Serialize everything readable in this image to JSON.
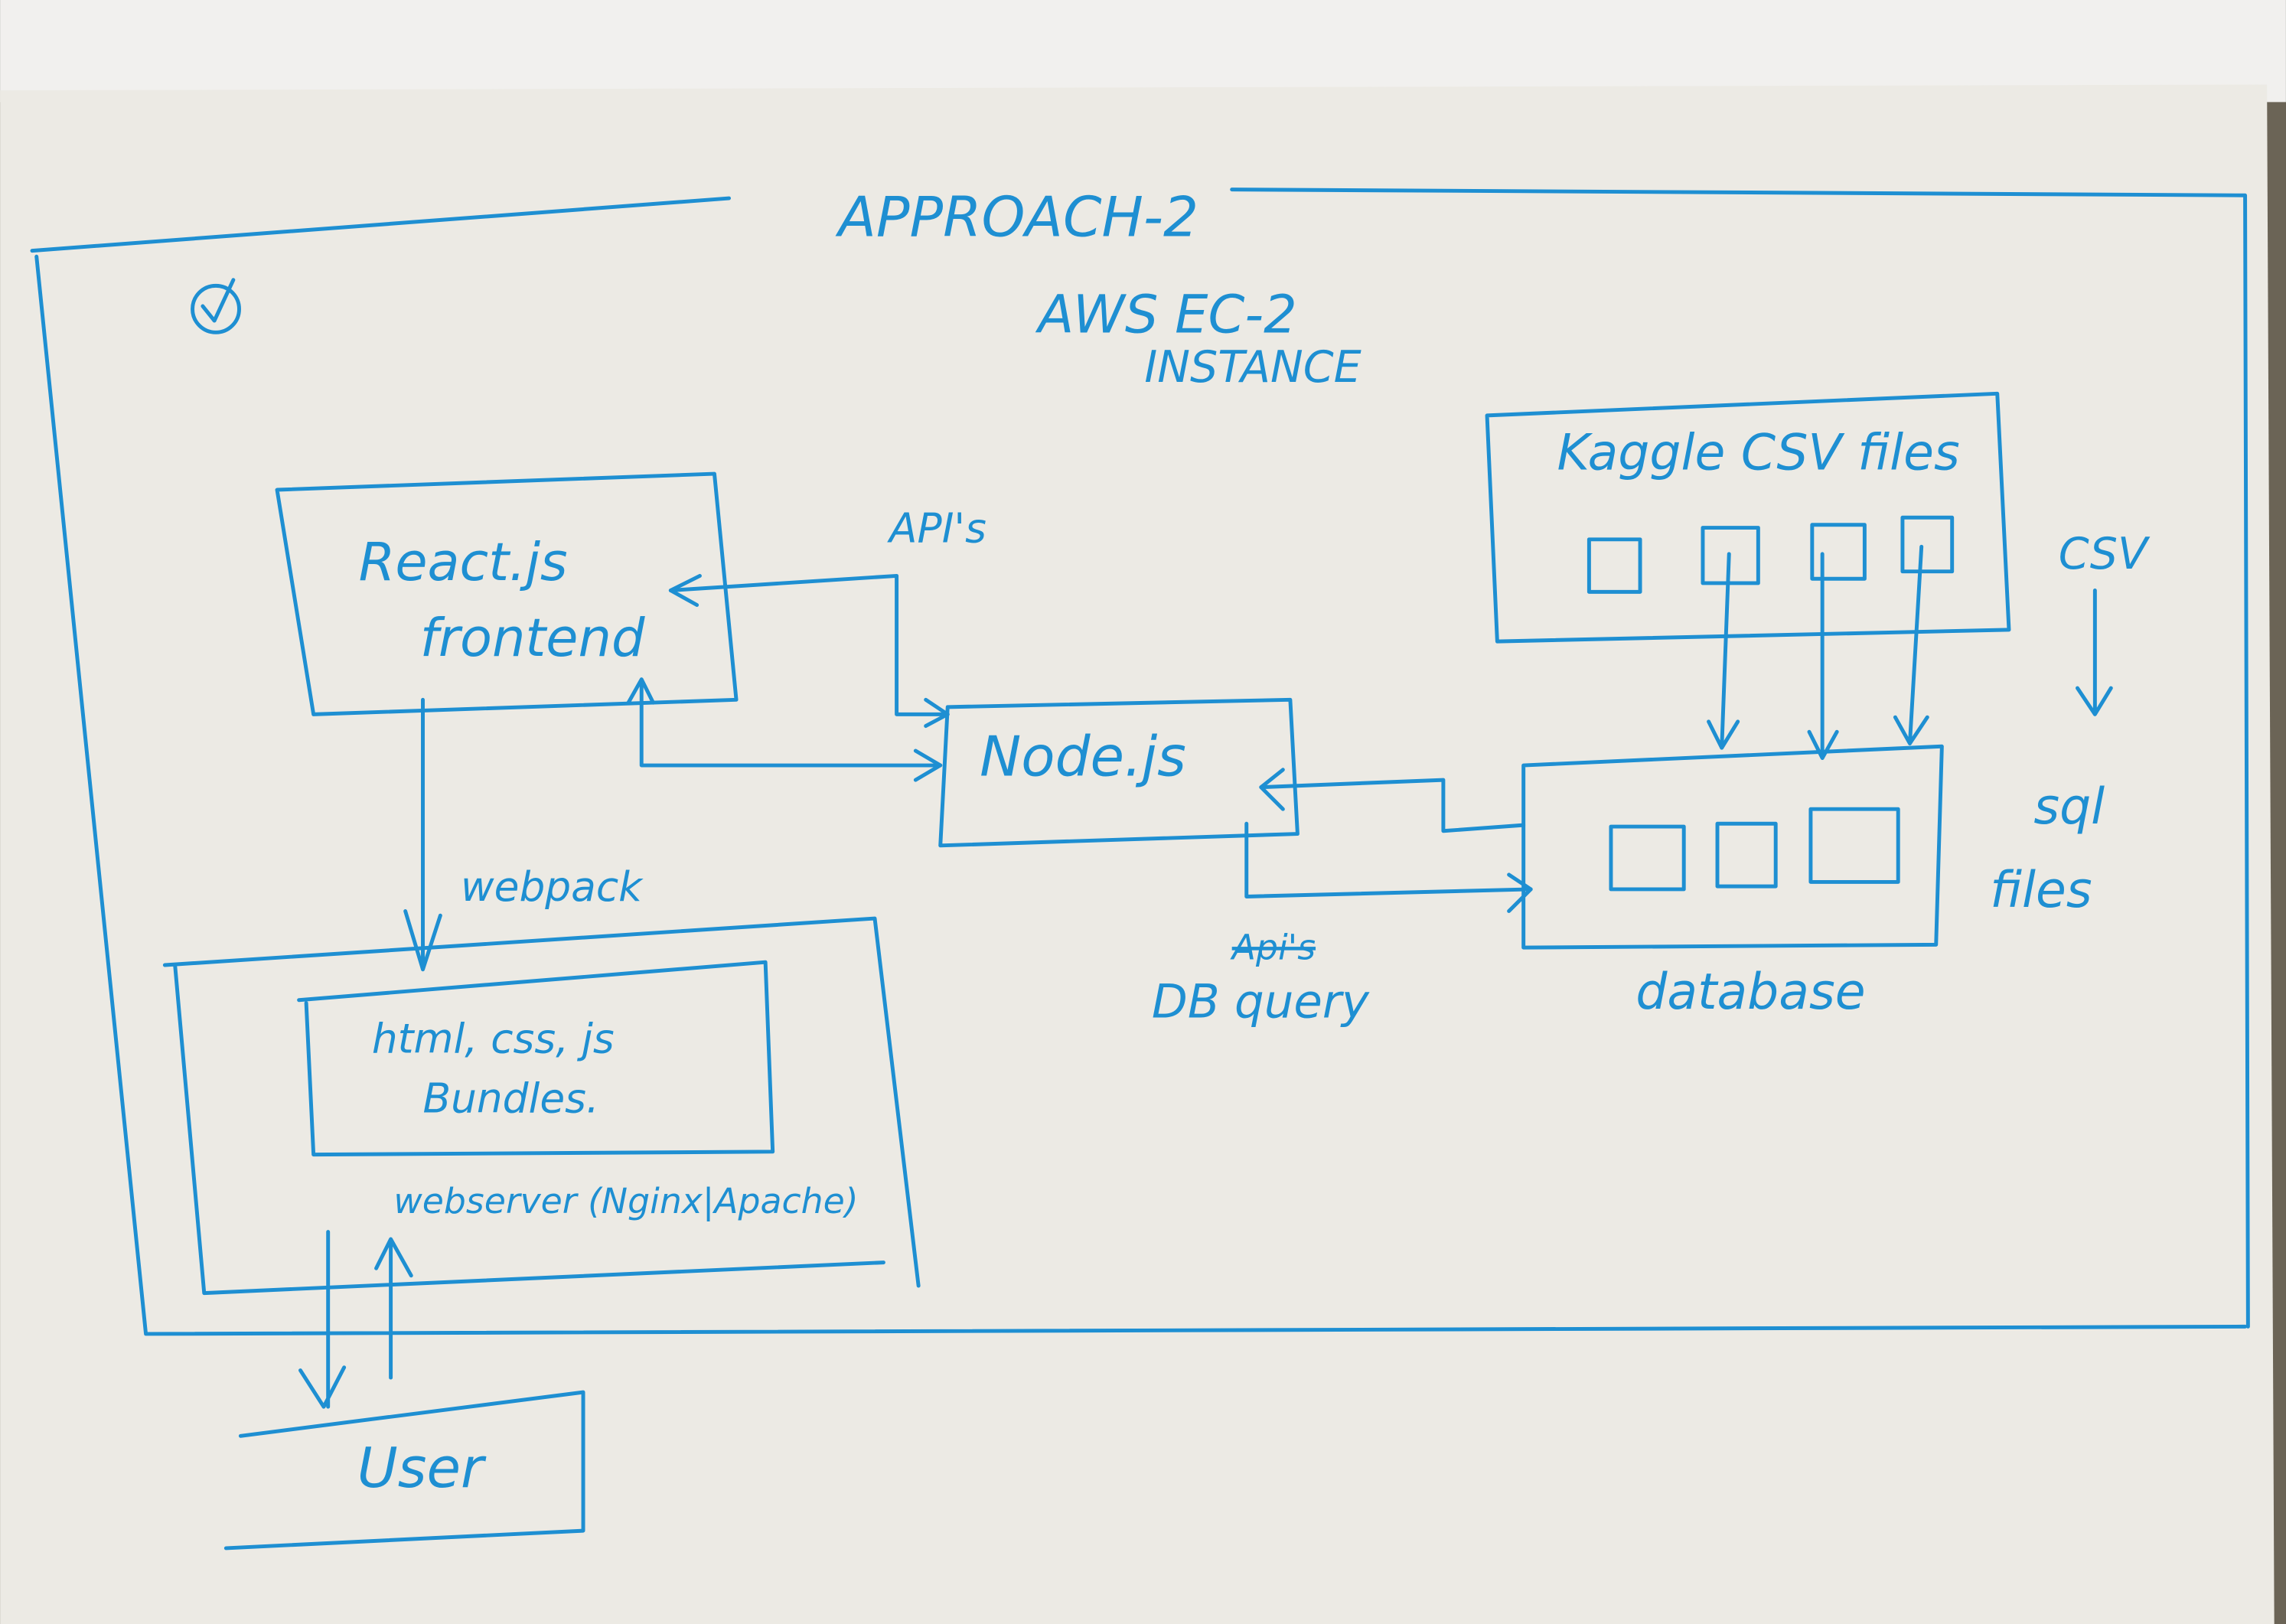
{
  "diagram": {
    "title": "APPROACH-2",
    "container": {
      "line1": "AWS EC-2",
      "line2": "INSTANCE"
    },
    "check_icon": "check-circle-icon",
    "nodes": {
      "frontend": {
        "line1": "React.js",
        "line2": "frontend"
      },
      "backend": {
        "label": "Node.js"
      },
      "kaggle": {
        "label": "Kaggle CSV files"
      },
      "database": {
        "label": "database"
      },
      "bundles": {
        "line1": "html, css, js",
        "line2": "Bundles."
      },
      "webserver": {
        "label": "webserver (Nginx|Apache)"
      },
      "user": {
        "label": "User"
      }
    },
    "edges": {
      "frontend_backend": "API's",
      "frontend_bundles": "webpack",
      "backend_db_struck": "Api's",
      "backend_db": "DB query"
    },
    "side_note": {
      "from": "CSV",
      "to_line1": "sql",
      "to_line2": "files"
    },
    "colors": {
      "ink": "#1e8fd2",
      "paper": "#eceae4"
    }
  }
}
